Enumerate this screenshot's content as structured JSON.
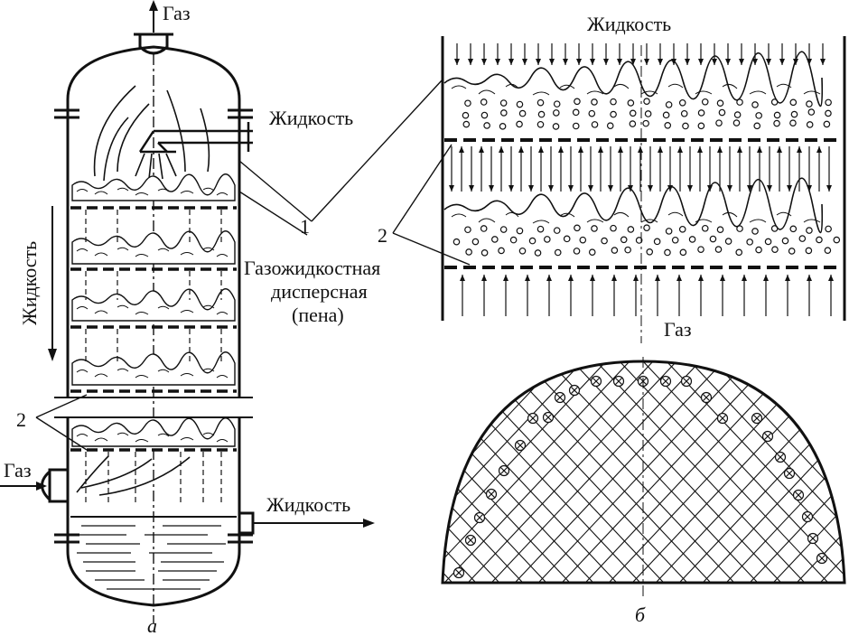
{
  "labels": {
    "gas_top": "Газ",
    "liquid_in": "Жидкость",
    "liquid_side": "Жидкость",
    "gas_in": "Газ",
    "liquid_out": "Жидкость",
    "num1": "1",
    "num2_left": "2",
    "foam_line1": "Газожидкостная",
    "foam_line2": "дисперсная",
    "foam_line3": "(пена)",
    "detail_liquid": "Жидкость",
    "num2_detail": "2",
    "detail_gas": "Газ",
    "caption_a": "а",
    "caption_b": "б"
  }
}
